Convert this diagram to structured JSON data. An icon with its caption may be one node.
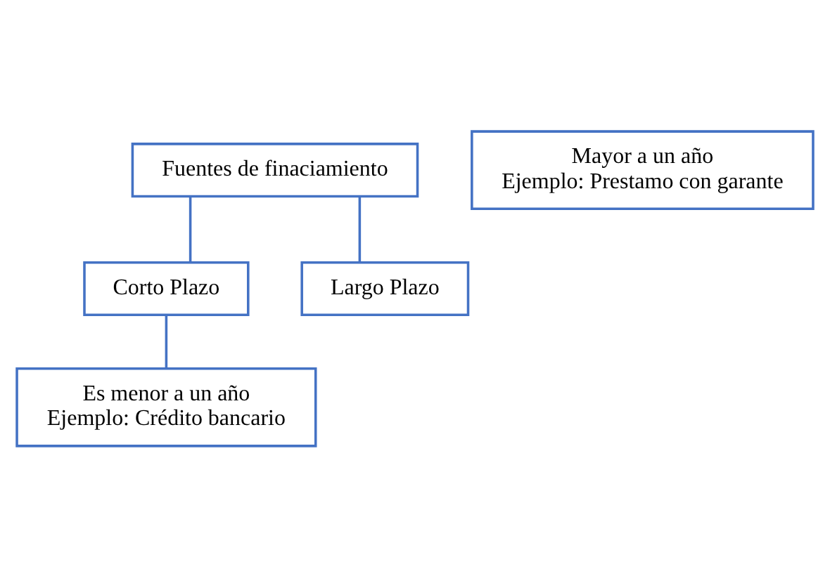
{
  "diagram": {
    "nodes": [
      {
        "text": [
          "Fuentes de finaciamiento"
        ]
      },
      {
        "text": [
          "Corto Plazo"
        ]
      },
      {
        "text": [
          "Largo Plazo"
        ]
      },
      {
        "text": [
          "Es menor a un año",
          "Ejemplo: Crédito bancario"
        ]
      },
      {
        "text": [
          "Mayor a un año",
          "Ejemplo: Prestamo con garante"
        ]
      }
    ],
    "edges": [
      {
        "from": 0,
        "to": 1,
        "arrow": "none"
      },
      {
        "from": 0,
        "to": 2,
        "arrow": "none"
      },
      {
        "from": 1,
        "to": 3,
        "arrow": "none"
      }
    ]
  }
}
